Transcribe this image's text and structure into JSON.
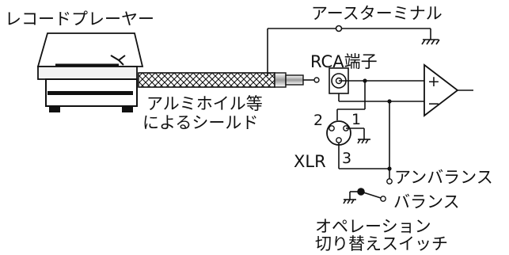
{
  "labels": {
    "turntable": "レコードプレーヤー",
    "earth_terminal": "アースターミナル",
    "rca_terminal": "RCA端子",
    "shield_line1": "アルミホイル等",
    "shield_line2": "によるシールド",
    "xlr": "XLR",
    "unbalanced": "アンバランス",
    "balanced": "バランス",
    "switch_line1": "オペレーション",
    "switch_line2": "切り替えスイッチ"
  },
  "pins": {
    "pin1": "1",
    "pin2": "2",
    "pin3": "3"
  },
  "amp_signs": {
    "plus": "+",
    "minus": "−"
  },
  "colors": {
    "line": "#111111",
    "shield_fill": "#ffffff"
  }
}
